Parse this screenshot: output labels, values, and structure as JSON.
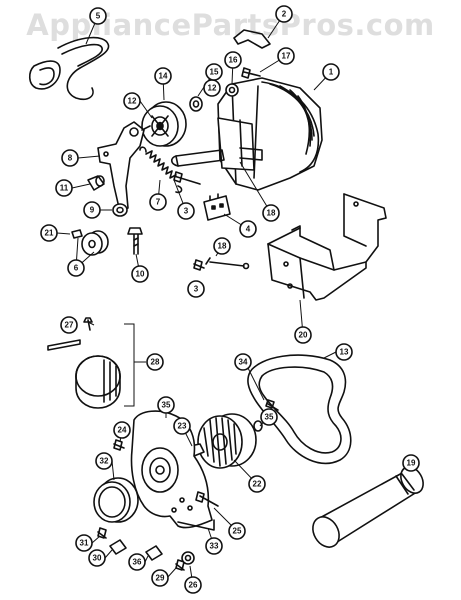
{
  "watermark": "AppliancePartsPros.com",
  "callouts": [
    "1",
    "2",
    "3",
    "3",
    "4",
    "5",
    "6",
    "7",
    "8",
    "9",
    "10",
    "11",
    "12",
    "12",
    "13",
    "14",
    "15",
    "16",
    "17",
    "18",
    "18",
    "19",
    "20",
    "21",
    "22",
    "23",
    "24",
    "25",
    "26",
    "27",
    "28",
    "29",
    "30",
    "31",
    "32",
    "33",
    "34",
    "35",
    "35",
    "36"
  ]
}
